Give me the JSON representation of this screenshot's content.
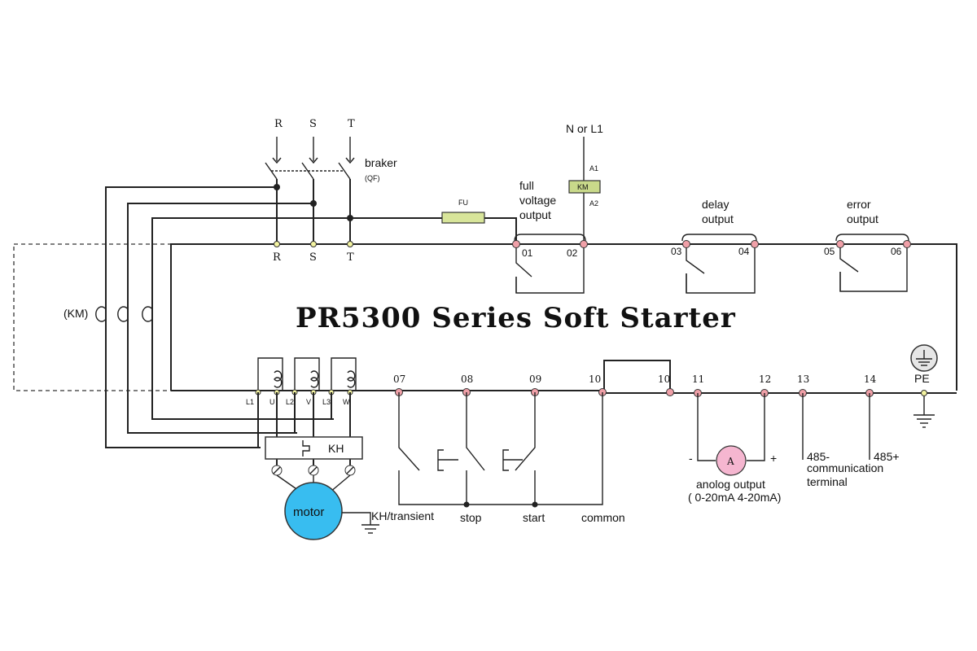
{
  "title": "PR5300 Series Soft Starter",
  "supply": {
    "r": "R",
    "s": "S",
    "t": "T"
  },
  "breaker": {
    "label": "braker",
    "code": "(QF)"
  },
  "input_terminals": {
    "r": "R",
    "s": "S",
    "t": "T"
  },
  "fuse": "FU",
  "contactor_coil": {
    "label": "KM",
    "supply": "N or L1",
    "a1": "A1",
    "a2": "A2"
  },
  "bypass_contactor": "(KM)",
  "relays": {
    "full_voltage": {
      "label_line1": "full",
      "label_line2": "voltage",
      "label_line3": "output",
      "t1": "01",
      "t2": "02"
    },
    "delay": {
      "label_line1": "delay",
      "label_line2": "output",
      "t1": "03",
      "t2": "04"
    },
    "error": {
      "label_line1": "error",
      "label_line2": "output",
      "t1": "05",
      "t2": "06"
    }
  },
  "bottom_terminals": {
    "l1": "L1",
    "u": "U",
    "l2": "L2",
    "v": "V",
    "l3": "L3",
    "w": "W",
    "t07": "07",
    "t08": "08",
    "t09": "09",
    "t10a": "10",
    "t10b": "10",
    "t11": "11",
    "t12": "12",
    "t13": "13",
    "t14": "14",
    "pe": "PE"
  },
  "thermal_relay": "KH",
  "motor": "motor",
  "ground_note": "KH/transient",
  "controls": {
    "stop": "stop",
    "start": "start",
    "common": "common"
  },
  "analog": {
    "meter": "A",
    "minus": "-",
    "plus": "+",
    "label": "anolog output",
    "range": "( 0-20mA 4-20mA)"
  },
  "comm": {
    "minus": "485-",
    "plus": "485+",
    "line1": "communication",
    "line2": "terminal"
  },
  "colors": {
    "fuse": "#d8e59a",
    "coil": "#c9d98a",
    "terminal": "#f0a0a8",
    "meter": "#f5b6d0",
    "motor": "#38bdf0",
    "wire": "#222222"
  }
}
